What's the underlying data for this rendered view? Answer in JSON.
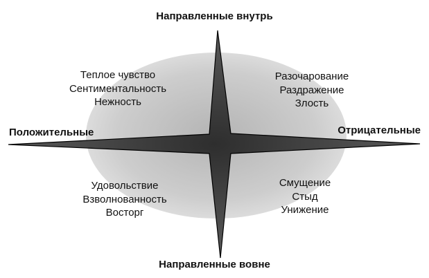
{
  "axes": {
    "top": "Направленные внутрь",
    "bottom": "Направленные вовне",
    "left": "Положительные",
    "right": "Отрицательные"
  },
  "quadrants": {
    "top_left": [
      "Теплое чувство",
      "Сентиментальность",
      "Нежность"
    ],
    "top_right": [
      "Разочарование",
      "Раздражение",
      "Злость"
    ],
    "bottom_left": [
      "Удовольствие",
      "Взволнованность",
      "Восторг"
    ],
    "bottom_right": [
      "Смущение",
      "Стыд",
      "Унижение"
    ]
  },
  "colors": {
    "ellipse": "#c8c8c8",
    "star": "#4a4a4a",
    "star_outline": "#000000",
    "text": "#111111"
  }
}
